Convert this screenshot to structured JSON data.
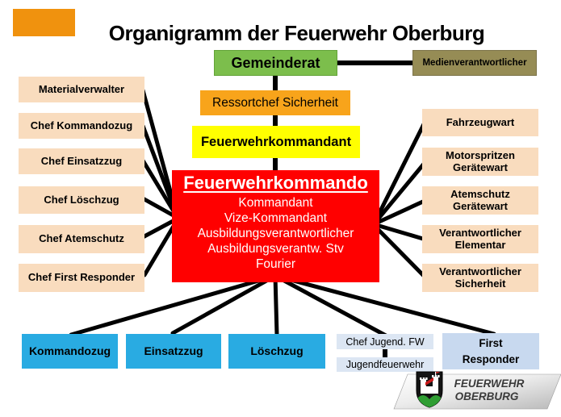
{
  "title": "Organigramm der Feuerwehr Oberburg",
  "top_chain": {
    "gemeinderat": "Gemeinderat",
    "medienverantwortlicher": "Medienverantwortlicher",
    "ressortchef": "Ressortchef Sicherheit",
    "kommandant": "Feuerwehrkommandant"
  },
  "kommando": {
    "title": "Feuerwehrkommando",
    "roles": [
      "Kommandant",
      "Vize-Kommandant",
      "Ausbildungsverantwortlicher",
      "Ausbildungsverantw. Stv",
      "Fourier"
    ]
  },
  "left_column": [
    "Materialverwalter",
    "Chef Kommandozug",
    "Chef Einsatzzug",
    "Chef Löschzug",
    "Chef Atemschutz",
    "Chef First Responder"
  ],
  "right_column": [
    "Fahrzeugwart",
    "Motorspritzen Gerätewart",
    "Atemschutz Gerätewart",
    "Verantwortlicher Elementar",
    "Verantwortlicher Sicherheit"
  ],
  "bottom_row": {
    "kommandozug": "Kommandozug",
    "einsatzzug": "Einsatzzug",
    "loeschzug": "Löschzug",
    "jugend_chef": "Chef Jugend. FW",
    "jugendfeuerwehr": "Jugendfeuerwehr",
    "first_responder": "First Responder"
  },
  "logo": {
    "line1": "FEUERWEHR",
    "line2": "OBERBURG"
  },
  "colors": {
    "accent_orange": "#F0920E",
    "gemeinderat_green": "#7CBE4C",
    "medien_olive": "#968C55",
    "ressortchef_orange": "#F8A41B",
    "kommandant_yellow": "#FFFF00",
    "kommando_red": "#FF0000",
    "side_box_tan": "#F9DCBE",
    "platoon_blue": "#29ABE2",
    "first_responder_blue": "#C8D9EF",
    "jugend_pale_blue": "#DCE6F3"
  }
}
